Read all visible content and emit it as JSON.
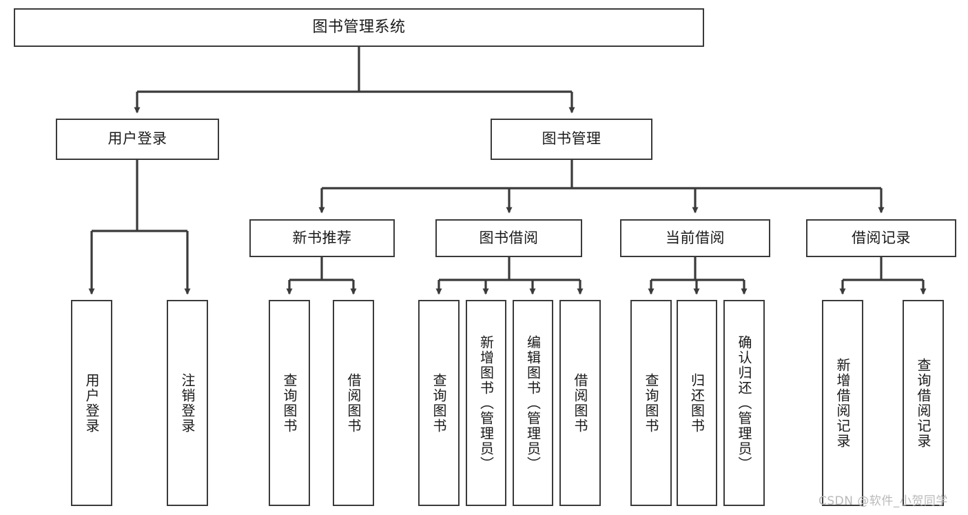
{
  "diagram": {
    "title": "图书管理系统",
    "watermark": "CSDN @软件_小贺同学",
    "line_color": "#3a3a3a",
    "box_border_color": "#3a3a3a",
    "box_fill_color": "#ffffff",
    "text_color": "#1a1a1a",
    "watermark_color": "#b9b9b9"
  },
  "nodes": {
    "root": {
      "label": "图书管理系统"
    },
    "level1": [
      {
        "label": "用户登录"
      },
      {
        "label": "图书管理"
      }
    ],
    "level2": [
      {
        "label": "新书推荐"
      },
      {
        "label": "图书借阅"
      },
      {
        "label": "当前借阅"
      },
      {
        "label": "借阅记录"
      }
    ],
    "leaves": {
      "user_login": [
        {
          "label": "用户登录"
        },
        {
          "label": "注销登录"
        }
      ],
      "new_book_recommend": [
        {
          "label": "查询图书"
        },
        {
          "label": "借阅图书"
        }
      ],
      "book_borrow": [
        {
          "label": "查询图书"
        },
        {
          "label": "新增图书（管理员）"
        },
        {
          "label": "编辑图书（管理员）"
        },
        {
          "label": "借阅图书"
        }
      ],
      "current_borrow": [
        {
          "label": "查询图书"
        },
        {
          "label": "归还图书"
        },
        {
          "label": "确认归还（管理员）"
        }
      ],
      "borrow_records": [
        {
          "label": "新增借阅记录"
        },
        {
          "label": "查询借阅记录"
        }
      ]
    }
  },
  "chart_data": {
    "type": "diagram",
    "title": "图书管理系统",
    "structure": "tree",
    "tree": {
      "name": "图书管理系统",
      "children": [
        {
          "name": "用户登录",
          "children": [
            {
              "name": "用户登录"
            },
            {
              "name": "注销登录"
            }
          ]
        },
        {
          "name": "图书管理",
          "children": [
            {
              "name": "新书推荐",
              "children": [
                {
                  "name": "查询图书"
                },
                {
                  "name": "借阅图书"
                }
              ]
            },
            {
              "name": "图书借阅",
              "children": [
                {
                  "name": "查询图书"
                },
                {
                  "name": "新增图书（管理员）"
                },
                {
                  "name": "编辑图书（管理员）"
                },
                {
                  "name": "借阅图书"
                }
              ]
            },
            {
              "name": "当前借阅",
              "children": [
                {
                  "name": "查询图书"
                },
                {
                  "name": "归还图书"
                },
                {
                  "name": "确认归还（管理员）"
                }
              ]
            },
            {
              "name": "借阅记录",
              "children": [
                {
                  "name": "新增借阅记录"
                },
                {
                  "name": "查询借阅记录"
                }
              ]
            }
          ]
        }
      ]
    }
  }
}
